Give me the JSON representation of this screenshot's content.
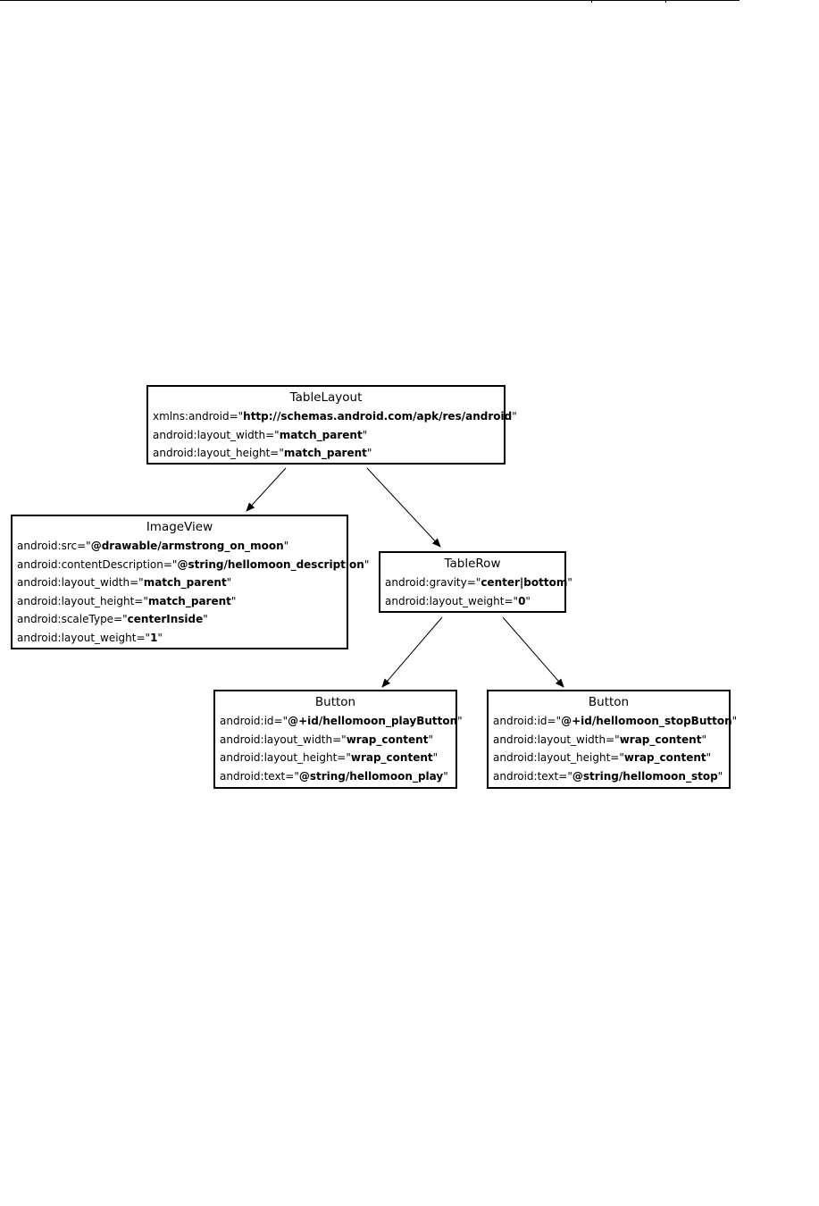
{
  "diagram": {
    "nodes": [
      {
        "id": "table-layout",
        "title": "TableLayout",
        "attributes": [
          {
            "name": "xmlns:android",
            "value": "http://schemas.android.com/apk/res/android"
          },
          {
            "name": "android:layout_width",
            "value": "match_parent"
          },
          {
            "name": "android:layout_height",
            "value": "match_parent"
          }
        ]
      },
      {
        "id": "image-view",
        "title": "ImageView",
        "attributes": [
          {
            "name": "android:src",
            "value": "@drawable/armstrong_on_moon"
          },
          {
            "name": "android:contentDescription",
            "value": "@string/hellomoon_description"
          },
          {
            "name": "android:layout_width",
            "value": "match_parent"
          },
          {
            "name": "android:layout_height",
            "value": "match_parent"
          },
          {
            "name": "android:scaleType",
            "value": "centerInside"
          },
          {
            "name": "android:layout_weight",
            "value": "1"
          }
        ]
      },
      {
        "id": "table-row",
        "title": "TableRow",
        "attributes": [
          {
            "name": "android:gravity",
            "value": "center|bottom"
          },
          {
            "name": "android:layout_weight",
            "value": "0"
          }
        ]
      },
      {
        "id": "play-button",
        "title": "Button",
        "attributes": [
          {
            "name": "android:id",
            "value": "@+id/hellomoon_playButton"
          },
          {
            "name": "android:layout_width",
            "value": "wrap_content"
          },
          {
            "name": "android:layout_height",
            "value": "wrap_content"
          },
          {
            "name": "android:text",
            "value": "@string/hellomoon_play"
          }
        ]
      },
      {
        "id": "stop-button",
        "title": "Button",
        "attributes": [
          {
            "name": "android:id",
            "value": "@+id/hellomoon_stopButton"
          },
          {
            "name": "android:layout_width",
            "value": "wrap_content"
          },
          {
            "name": "android:layout_height",
            "value": "wrap_content"
          },
          {
            "name": "android:text",
            "value": "@string/hellomoon_stop"
          }
        ]
      }
    ],
    "edges": [
      {
        "from": "table-layout",
        "to": "image-view"
      },
      {
        "from": "table-layout",
        "to": "table-row"
      },
      {
        "from": "table-row",
        "to": "play-button"
      },
      {
        "from": "table-row",
        "to": "stop-button"
      }
    ]
  }
}
